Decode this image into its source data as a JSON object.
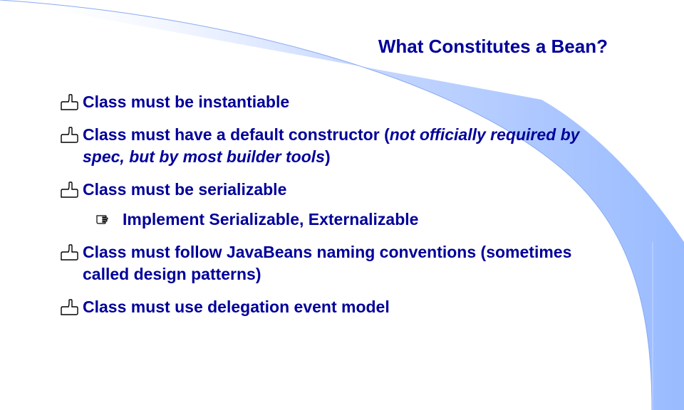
{
  "slide": {
    "title": "What Constitutes a Bean?",
    "bullets": [
      {
        "text": "Class must be instantiable"
      },
      {
        "text_1": "Class must have a default constructor (",
        "italic": "not officially required by spec, but by most builder tools",
        "text_2": ")"
      },
      {
        "text": "Class must be serializable"
      },
      {
        "text": "Class must follow JavaBeans naming conventions (sometimes called design patterns)"
      },
      {
        "text": "Class must use delegation event model"
      }
    ],
    "sub_bullets": [
      {
        "text": "Implement Serializable, Externalizable"
      }
    ]
  },
  "icons": {
    "bullet": "hand-pointing-finger-icon",
    "sub_bullet": "pointing-hand-icon"
  },
  "colors": {
    "text": "#000099",
    "accent": "#99bbff",
    "background": "#ffffff"
  }
}
